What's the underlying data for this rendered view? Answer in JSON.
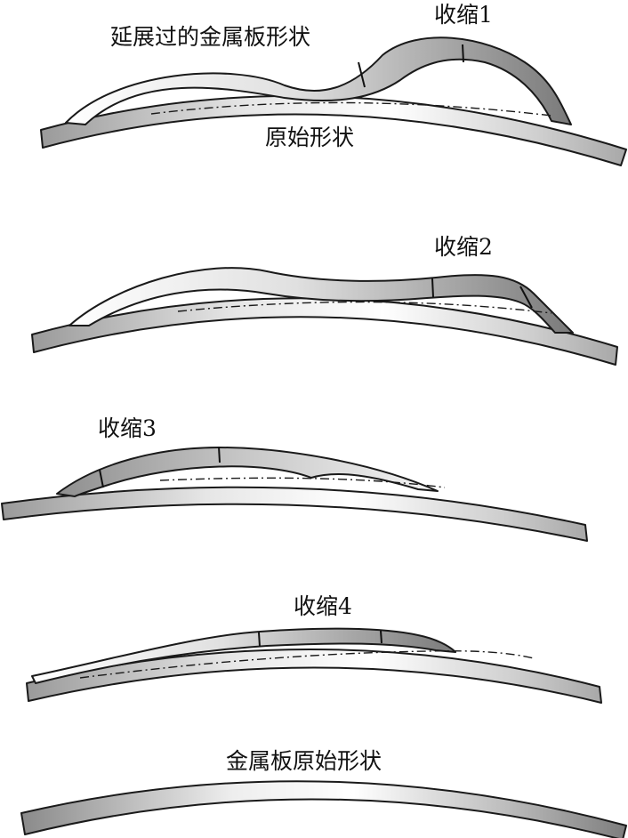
{
  "labels": {
    "stretched": "延展过的金属板形状",
    "shrink1": "收缩1",
    "original": "原始形状",
    "shrink2": "收缩2",
    "shrink3": "收缩3",
    "shrink4": "收缩4",
    "final": "金属板原始形状"
  },
  "colors": {
    "outline": "#1a1a1a",
    "gradient_light": "#ffffff",
    "gradient_mid": "#d4d4d4",
    "gradient_dark": "#8a8a8a"
  }
}
